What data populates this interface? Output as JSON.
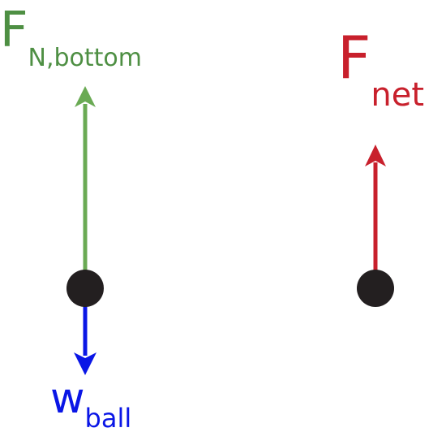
{
  "colors": {
    "normal": "#6aaa54",
    "normal_text": "#4e8f43",
    "weight": "#0a16e6",
    "net": "#c8202c",
    "dot": "#231f20"
  },
  "labels": {
    "normal_main": "F",
    "normal_sub": "N,bottom",
    "weight_main": "w",
    "weight_sub": "ball",
    "net_main": "F",
    "net_sub": "net"
  }
}
